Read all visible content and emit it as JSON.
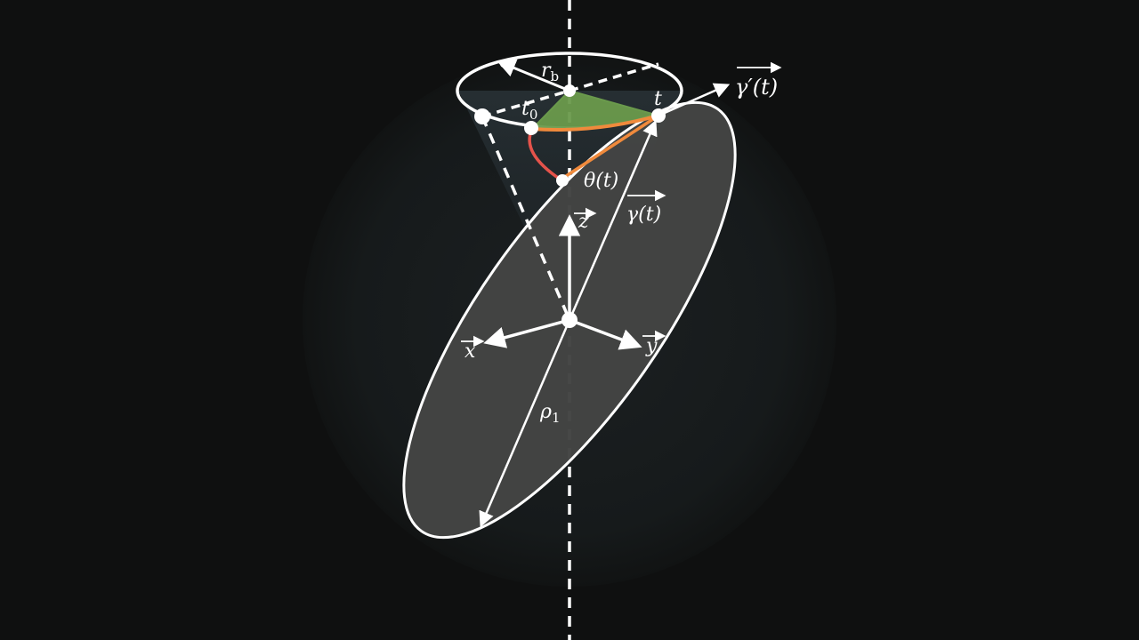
{
  "diagram": {
    "labels": {
      "rb": "r",
      "rb_sub": "b",
      "t0": "t",
      "t0_sub": "0",
      "t": "t",
      "gamma_prime": "γ′(t)",
      "theta": "θ(t)",
      "gamma": "γ(t)",
      "z": "z",
      "x": "x",
      "y": "y",
      "rho": "ρ",
      "rho_sub": "1"
    },
    "colors": {
      "background": "#0f1010",
      "ellipse_fill": "#434443",
      "stroke": "#ffffff",
      "sector_fill": "#6a9a4c",
      "arc_orange": "#f08a3c",
      "arc_red": "#e5534b",
      "cone_fill": "#2a3338"
    }
  }
}
